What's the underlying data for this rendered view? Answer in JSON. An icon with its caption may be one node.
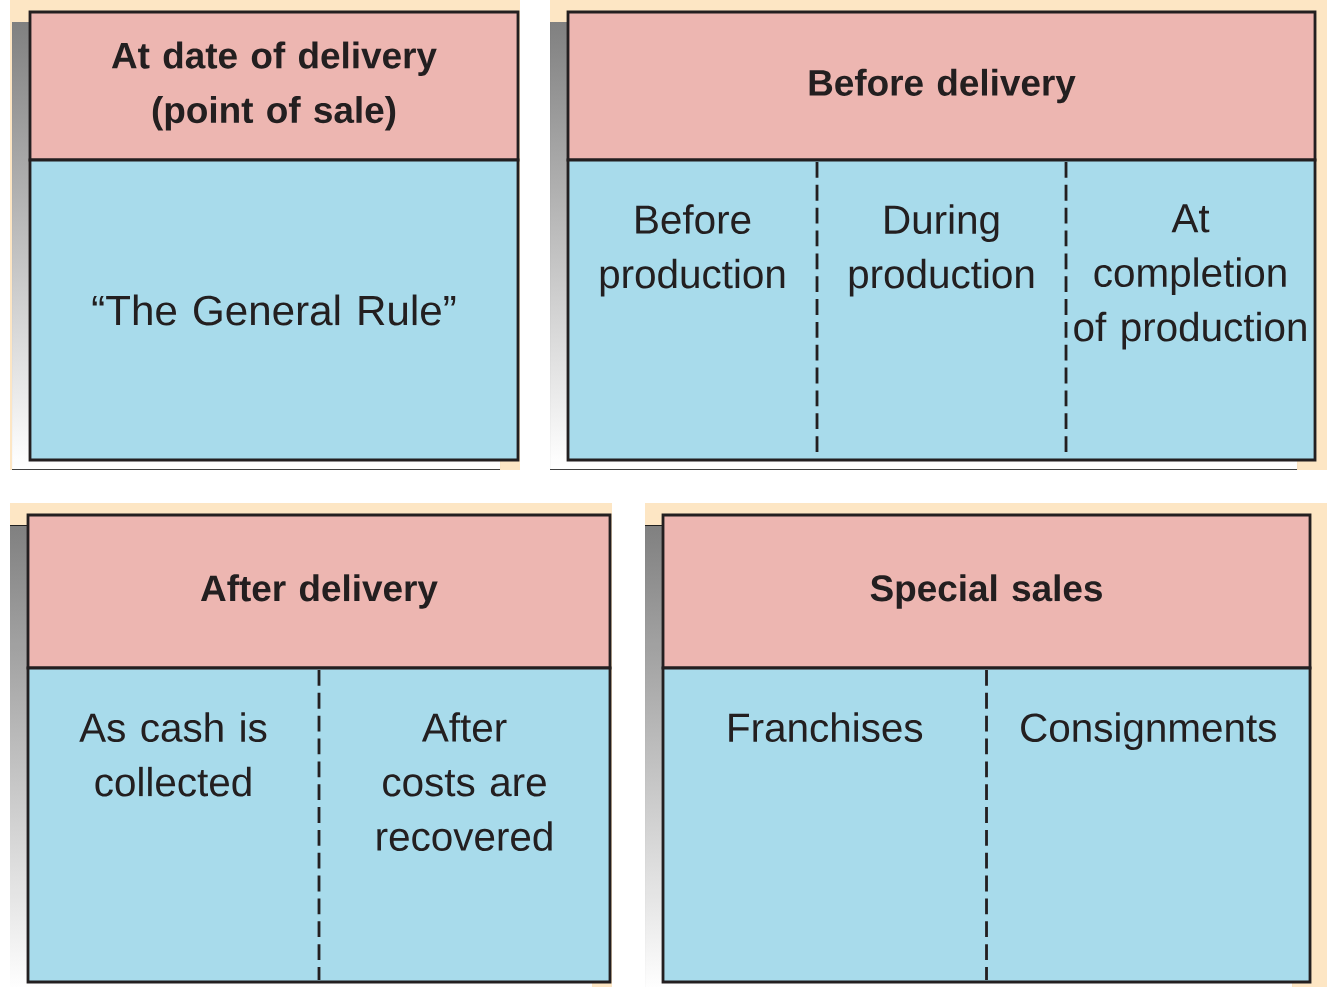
{
  "diagram": {
    "nodes": [
      {
        "text": [
          "At date of delivery (point of sale)"
        ]
      },
      {
        "text": [
          "“The General Rule”"
        ]
      },
      {
        "text": [
          "Before delivery"
        ]
      },
      {
        "text": [],
        "shape": "box"
      },
      {
        "text": [
          "Before production"
        ],
        "in": 3
      },
      {
        "text": [
          "During production"
        ],
        "in": 3
      },
      {
        "text": [
          "At completion of production"
        ],
        "in": 3
      },
      {
        "text": [
          "After delivery"
        ]
      },
      {
        "text": [],
        "shape": "box"
      },
      {
        "text": [
          "As cash is collected"
        ],
        "in": 8
      },
      {
        "text": [
          "After costs are recovered"
        ],
        "in": 8
      },
      {
        "text": [
          "Special sales"
        ]
      },
      {
        "text": [],
        "shape": "box"
      },
      {
        "text": [
          "Franchises"
        ],
        "in": 12
      },
      {
        "text": [
          "Consignments"
        ],
        "in": 12
      }
    ]
  }
}
